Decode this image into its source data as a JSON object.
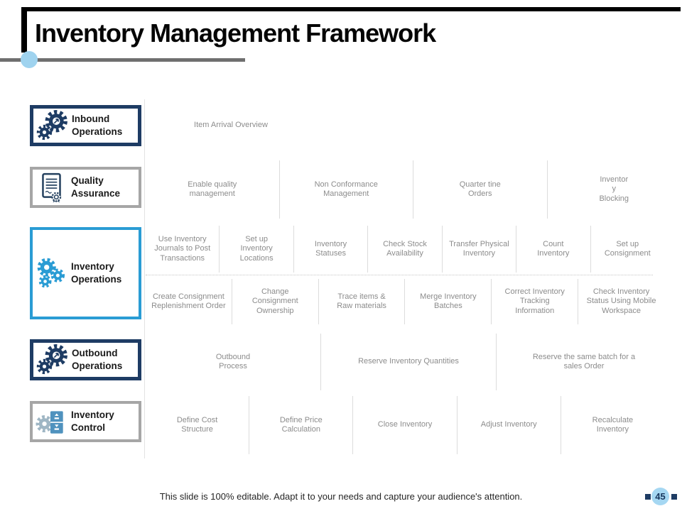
{
  "title": "Inventory Management Framework",
  "footer": {
    "text": "This slide is 100% editable. Adapt it to your needs and capture your audience's attention.",
    "page_number": "45"
  },
  "colors": {
    "navy": "#1e3c64",
    "blue": "#2a9cd4",
    "gray_border": "#a6a6a6",
    "light_blue_accent": "#a5d7f2",
    "grid_text": "#8c8c8c"
  },
  "sidebar": {
    "items": [
      {
        "id": "inbound-operations",
        "label": "Inbound\nOperations",
        "style": "navy",
        "icon": "gears-navy-icon"
      },
      {
        "id": "quality-assurance",
        "label": "Quality\nAssurance",
        "style": "gray",
        "icon": "certificate-icon"
      },
      {
        "id": "inventory-operations",
        "label": "Inventory\nOperations",
        "style": "blue",
        "icon": "gears-blue-icon"
      },
      {
        "id": "outbound-operations",
        "label": "Outbound\nOperations",
        "style": "navy",
        "icon": "gears-navy-icon"
      },
      {
        "id": "inventory-control",
        "label": "Inventory\nControl",
        "style": "gray",
        "icon": "cabinet-gear-icon"
      }
    ]
  },
  "grid": {
    "rows": [
      {
        "items": [
          "Item Arrival Overview"
        ]
      },
      {
        "items": [
          "Enable quality\nmanagement",
          "Non Conformance\nManagement",
          "Quarter tine\nOrders",
          "Inventor\ny\nBlocking"
        ]
      },
      {
        "items": [
          "Use Inventory\nJournals to Post\nTransactions",
          "Set up\nInventory\nLocations",
          "Inventory\nStatuses",
          "Check Stock\nAvailability",
          "Transfer Physical\nInventory",
          "Count\nInventory",
          "Set up\nConsignment"
        ]
      },
      {
        "items": [
          "Create Consignment\nReplenishment Order",
          "Change\nConsignment\nOwnership",
          "Trace items &\nRaw materials",
          "Merge Inventory\nBatches",
          "Correct Inventory\nTracking\nInformation",
          "Check Inventory\nStatus Using Mobile\nWorkspace"
        ]
      },
      {
        "items": [
          "Outbound\nProcess",
          "Reserve Inventory Quantities",
          "Reserve the same batch for a\nsales Order"
        ]
      },
      {
        "items": [
          "Define Cost\nStructure",
          "Define Price\nCalculation",
          "Close Inventory",
          "Adjust Inventory",
          "Recalculate\nInventory"
        ]
      }
    ]
  }
}
